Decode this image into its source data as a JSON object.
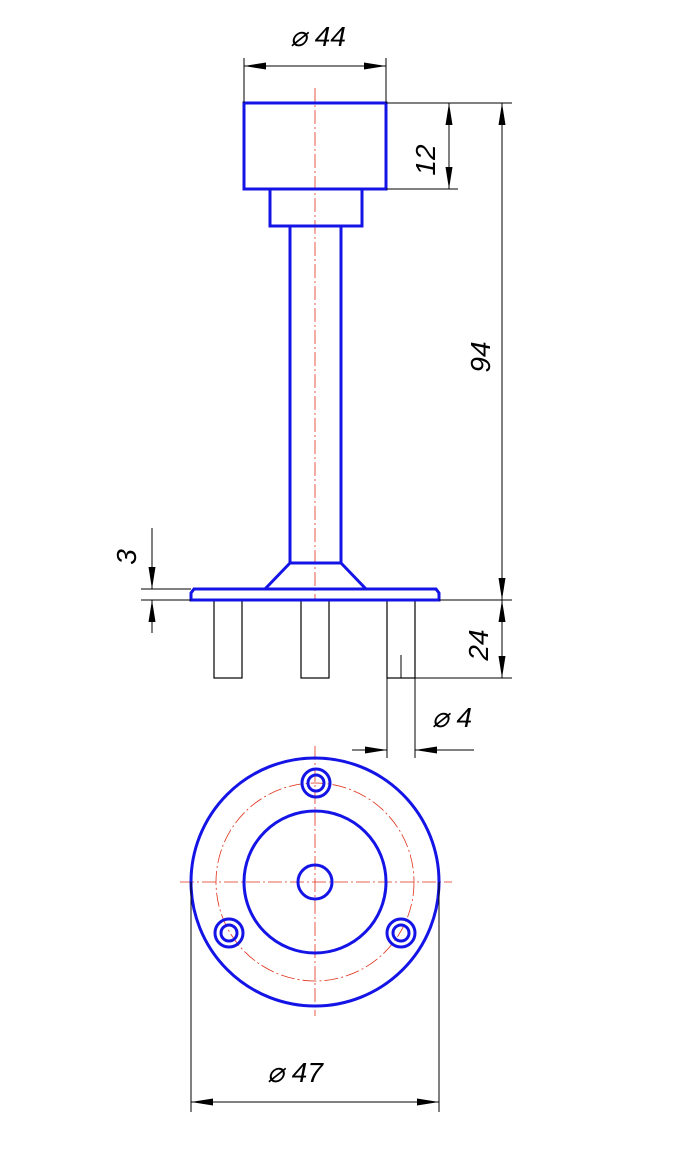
{
  "dimensions": {
    "head_diameter": "⌀ 44",
    "head_height": "12",
    "overall_height": "94",
    "flange_thickness": "3",
    "pin_length": "24",
    "pin_diameter": "⌀ 4",
    "flange_diameter": "⌀ 47"
  },
  "colors": {
    "part_lines": "#1414e6",
    "center_lines": "#e0311a",
    "dimension_lines": "#000000"
  }
}
